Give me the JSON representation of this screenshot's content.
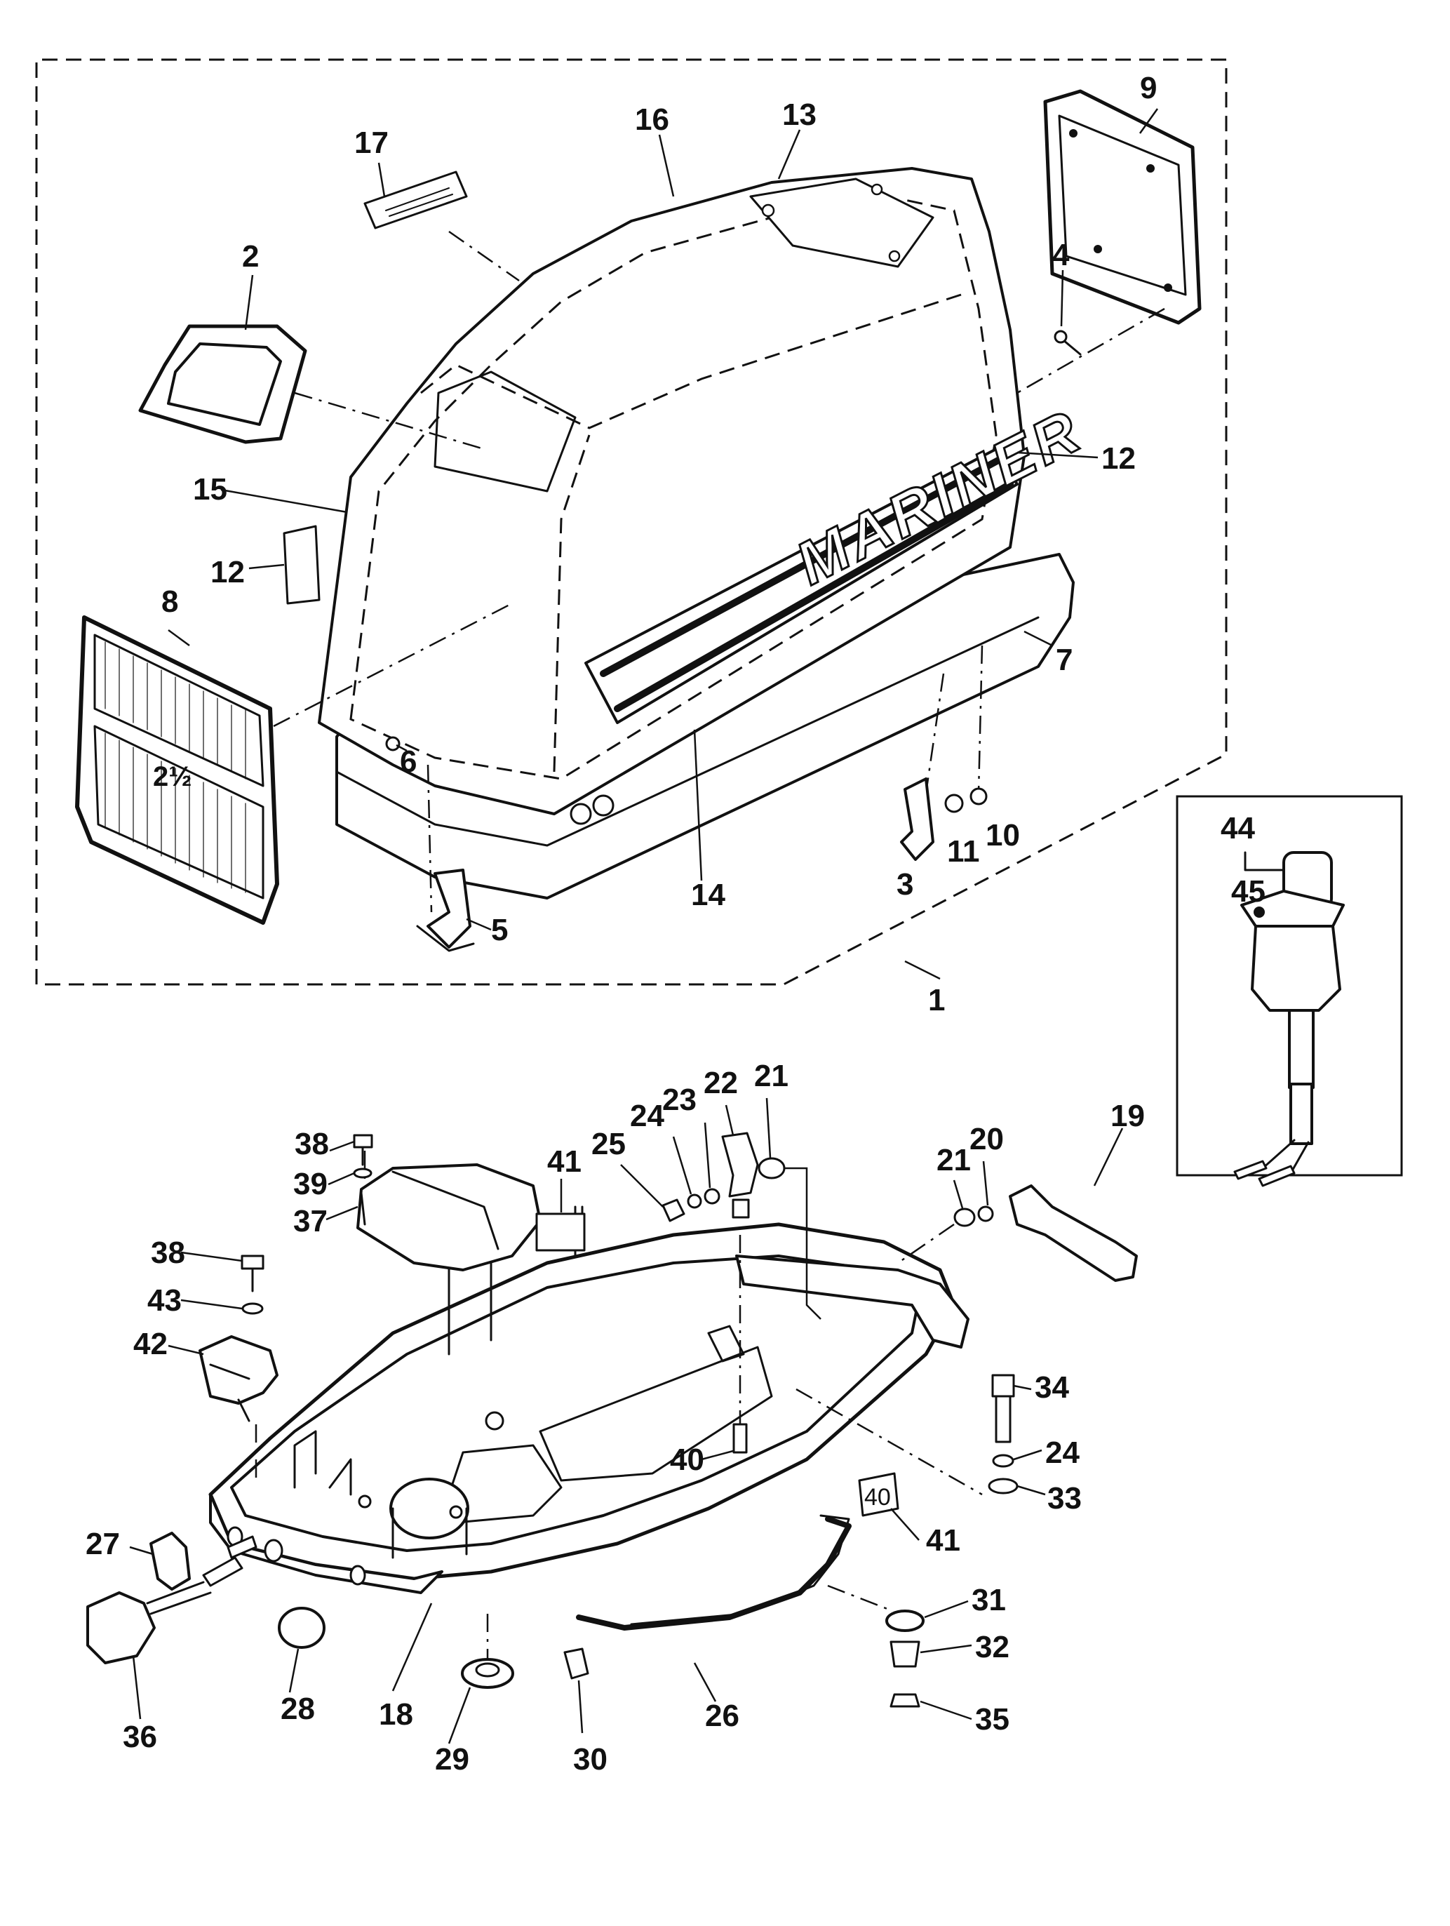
{
  "diagram": {
    "brand_text": "MARINER",
    "hood_badge": "2½",
    "decal_41_top": "",
    "decal_41_bottom": "40",
    "callouts": [
      "1",
      "2",
      "3",
      "4",
      "5",
      "6",
      "7",
      "8",
      "9",
      "10",
      "11",
      "12",
      "13",
      "14",
      "15",
      "16",
      "17",
      "18",
      "19",
      "20",
      "21",
      "22",
      "23",
      "24",
      "25",
      "26",
      "27",
      "28",
      "29",
      "30",
      "31",
      "32",
      "33",
      "34",
      "35",
      "36",
      "37",
      "38",
      "39",
      "40",
      "41",
      "42",
      "43",
      "44",
      "45"
    ]
  }
}
